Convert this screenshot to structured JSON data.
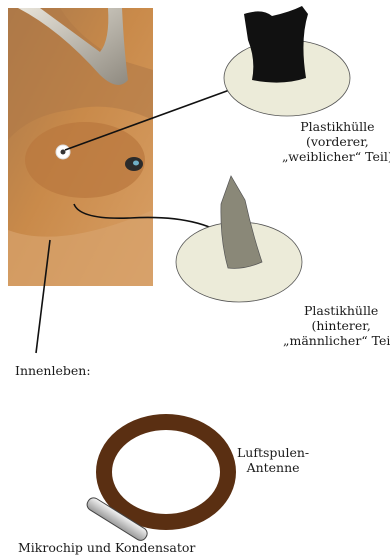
{
  "labels": {
    "front_part": [
      "Plastikhülle",
      "(vorderer,",
      "„weiblicher“ Teil)"
    ],
    "back_part": [
      "Plastikhülle",
      "(hinterer,",
      "„männlicher“ Teil)"
    ],
    "internals": "Innenleben:",
    "antenna": [
      "Luftspulen-",
      "Antenne"
    ],
    "chip": "Mikrochip und Kondensator"
  },
  "colors": {
    "disc_fill": "#ecebd9",
    "front_piece": "#111111",
    "back_piece": "#8a8878",
    "antenna_ring": "#5a2f12",
    "cow_fur": "#c98a4a"
  }
}
